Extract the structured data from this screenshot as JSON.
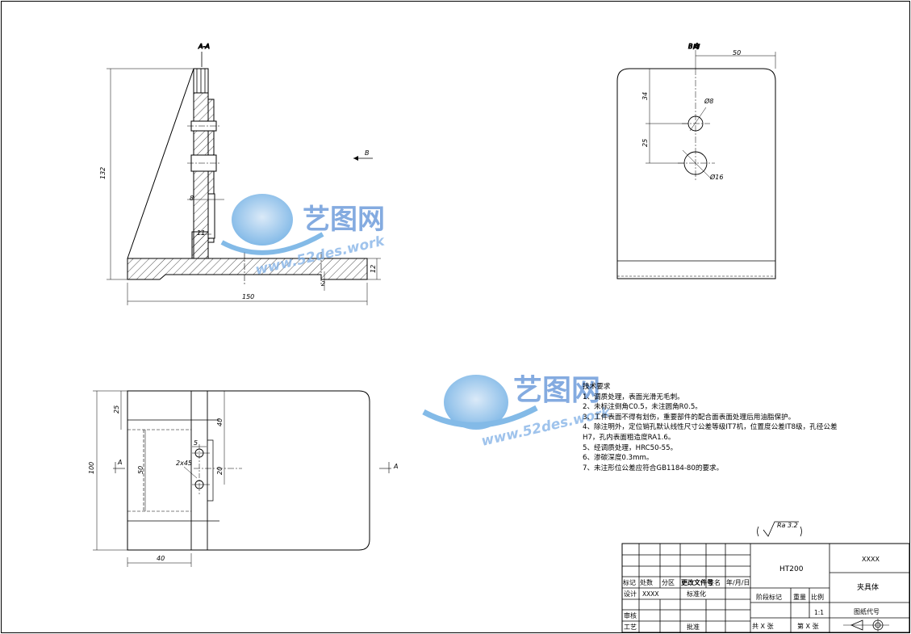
{
  "views": {
    "section_label": "A-A",
    "view_b_label": "B向",
    "arrow_b": "B",
    "arrow_a": "A",
    "dims": {
      "height_132": "132",
      "width_150": "150",
      "thick_12": "12",
      "d8": "8",
      "d11": "11",
      "d2": "2",
      "top_50": "50",
      "d34": "34",
      "d25a": "25",
      "phi8": "Ø8",
      "phi16": "Ø16",
      "left_100": "100",
      "d25b": "25",
      "d40a": "40",
      "d50": "50",
      "d5": "5",
      "d20": "20",
      "chamfer": "2x45",
      "bottom_40": "40"
    }
  },
  "watermark": {
    "brand": "艺图网",
    "url": "www.52des.work"
  },
  "notes": {
    "title": "技术要求",
    "items": [
      "1、调质处理，表面光滑无毛刺。",
      "2、未标注倒角C0.5，未注圆角R0.5。",
      "3、工件表面不得有划伤，重要部件的配合面表面处理后用油脂保护。",
      "4、除注明外，定位销孔默认线性尺寸公差等级IT7机，位置度公差IT8级，孔径公差",
      "H7，孔内表面粗造度RA1.6。",
      "5、经调质处理，HRC50-55。",
      "6、渗碳深度0.3mm。",
      "7、未注形位公差应符合GB1184-80的要求。"
    ]
  },
  "roughness": "Ra 3.2",
  "title_block": {
    "material": "HT200",
    "code_top": "XXXX",
    "part_name": "夹具体",
    "drawing_code": "图纸代号",
    "mark": "标记",
    "count": "处数",
    "zone": "分区",
    "change_doc": "更改文件号",
    "signature": "签名",
    "date": "年/月/日",
    "design": "设计",
    "design_val": "XXXX",
    "standard": "标准化",
    "stage_mark": "阶段标记",
    "weight": "重量",
    "scale": "比例",
    "scale_val": "1:1",
    "review": "审核",
    "process": "工艺",
    "approve": "批准",
    "total": "共  X  张",
    "sheet": "第  X  张"
  }
}
